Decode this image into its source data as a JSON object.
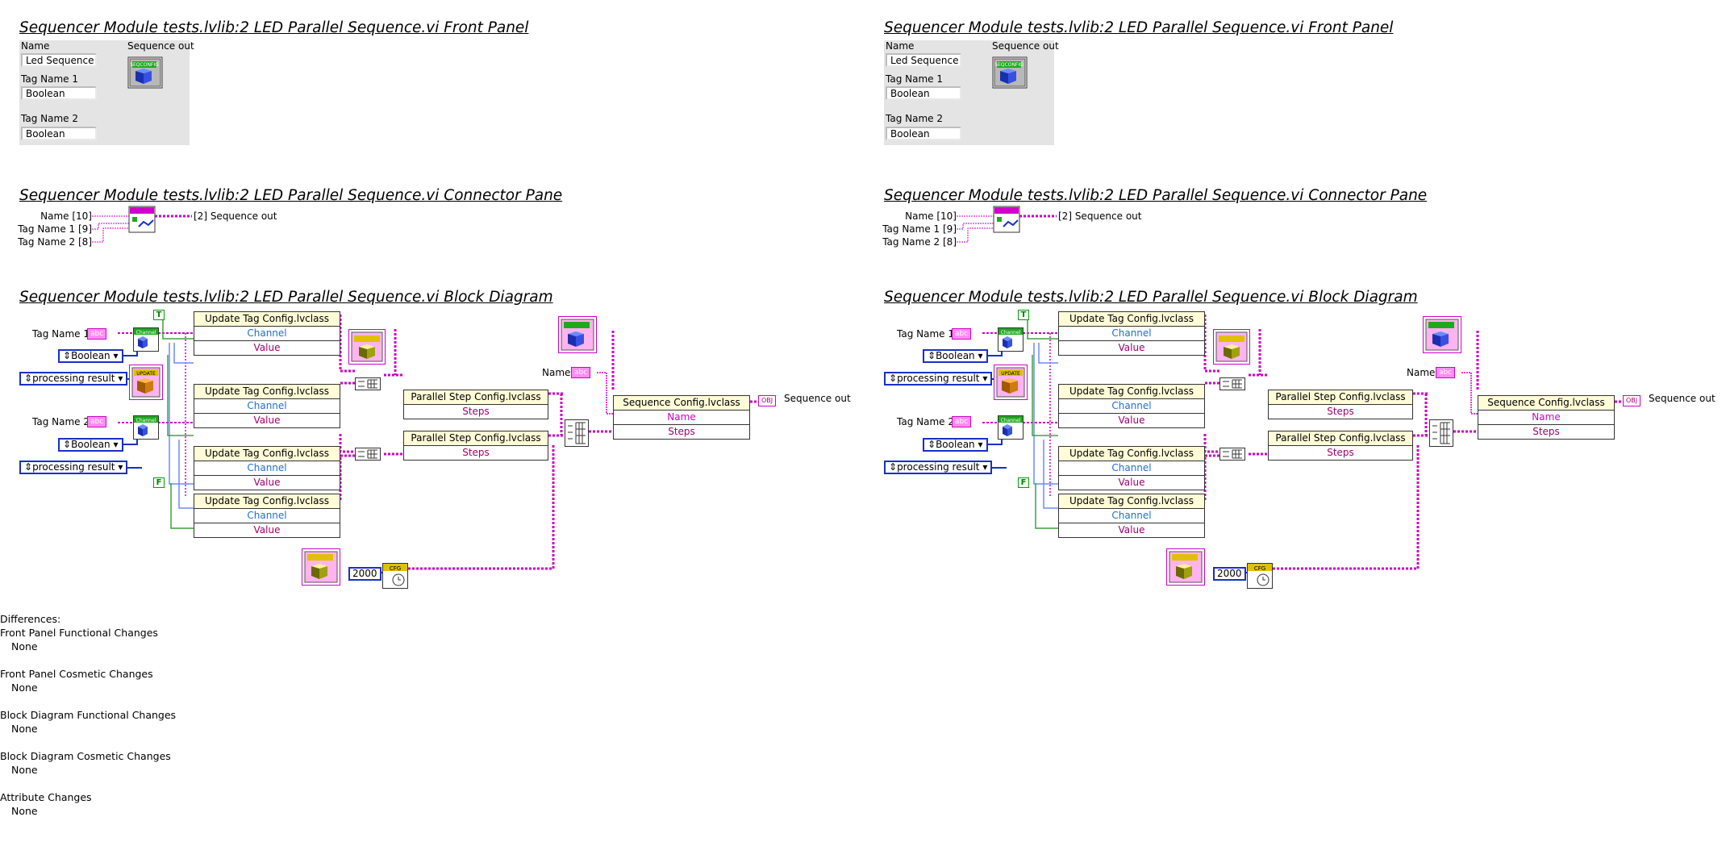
{
  "left": {
    "front_panel_title": "Sequencer Module tests.lvlib:2 LED Parallel Sequence.vi Front Panel",
    "connector_pane_title": "Sequencer Module tests.lvlib:2 LED Parallel Sequence.vi Connector Pane",
    "block_diagram_title": "Sequencer Module tests.lvlib:2 LED Parallel Sequence.vi Block Diagram"
  },
  "right": {
    "front_panel_title": "Sequencer Module tests.lvlib:2 LED Parallel Sequence.vi Front Panel",
    "connector_pane_title": "Sequencer Module tests.lvlib:2 LED Parallel Sequence.vi Connector Pane",
    "block_diagram_title": "Sequencer Module tests.lvlib:2 LED Parallel Sequence.vi Block Diagram"
  },
  "front_panel": {
    "name_label": "Name",
    "name_value": "Led Sequence",
    "tag1_label": "Tag Name 1",
    "tag1_value": "Boolean",
    "tag2_label": "Tag Name 2",
    "tag2_value": "Boolean",
    "seq_out_label": "Sequence out",
    "seq_icon_text": "SEQCONFIG"
  },
  "connector_pane": {
    "in1": "Name [10]",
    "in2": "Tag Name 1 [9]",
    "in3": "Tag Name 2 [8]",
    "out1": "[2] Sequence out"
  },
  "block_diagram": {
    "tag1_label": "Tag Name 1",
    "tag2_label": "Tag Name 2",
    "name_label": "Name",
    "str_const": "abc",
    "enum_boolean": "Boolean",
    "enum_processing": "processing result",
    "bool_true": "T",
    "bool_false": "F",
    "num_const": "2000",
    "update_tag_class": "Update Tag Config.lvclass",
    "parallel_step_class": "Parallel Step Config.lvclass",
    "sequence_config_class": "Sequence Config.lvclass",
    "channel_field": "Channel",
    "value_field": "Value",
    "steps_field": "Steps",
    "name_field": "Name",
    "seq_out_label": "Sequence out",
    "obj_tag": "OBJ",
    "cfg_tag": "CFG",
    "channel_tag": "Channel",
    "update_tag": "UPDATE"
  },
  "differences": {
    "title": "Differences:",
    "fp_func": "Front Panel Functional Changes",
    "fp_func_val": "None",
    "fp_cos": "Front Panel Cosmetic Changes",
    "fp_cos_val": "None",
    "bd_func": "Block Diagram Functional Changes",
    "bd_func_val": "None",
    "bd_cos": "Block Diagram Cosmetic Changes",
    "bd_cos_val": "None",
    "attr": "Attribute Changes",
    "attr_val": "None"
  }
}
